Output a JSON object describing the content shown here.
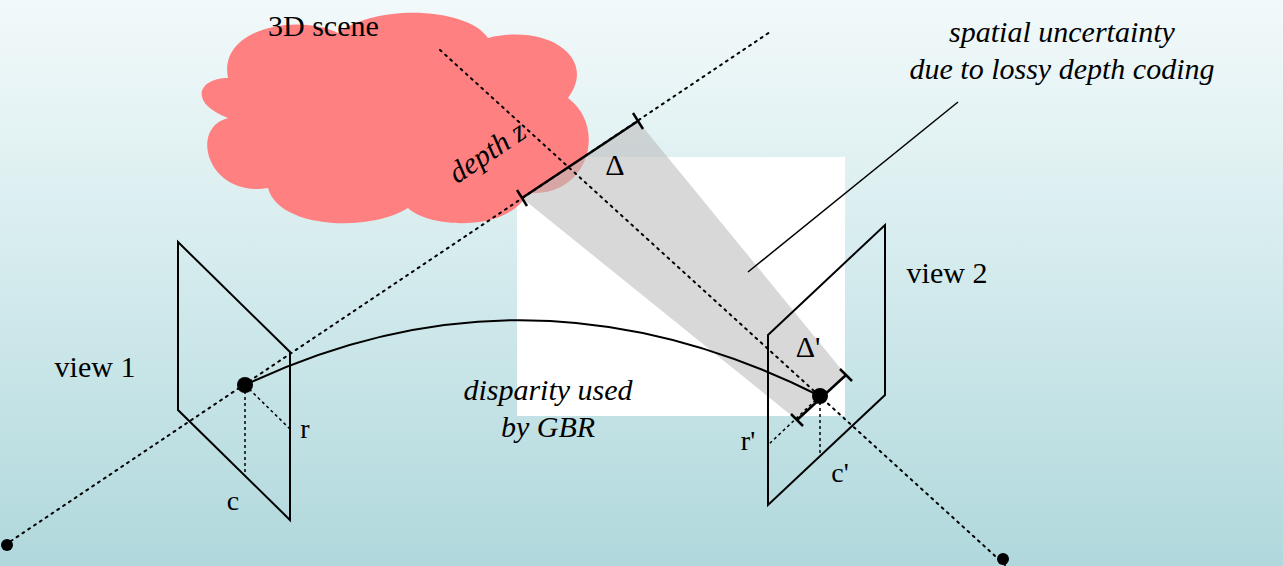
{
  "diagram": {
    "nodes": [
      {
        "text": [
          "3D scene"
        ]
      }
    ],
    "labels": [
      "depth z",
      "Δ",
      "spatial uncertainty due to lossy depth coding",
      "view 1",
      "view 2",
      "disparity used by GBR",
      "r",
      "c",
      "r'",
      "c'",
      "Δ'"
    ]
  }
}
